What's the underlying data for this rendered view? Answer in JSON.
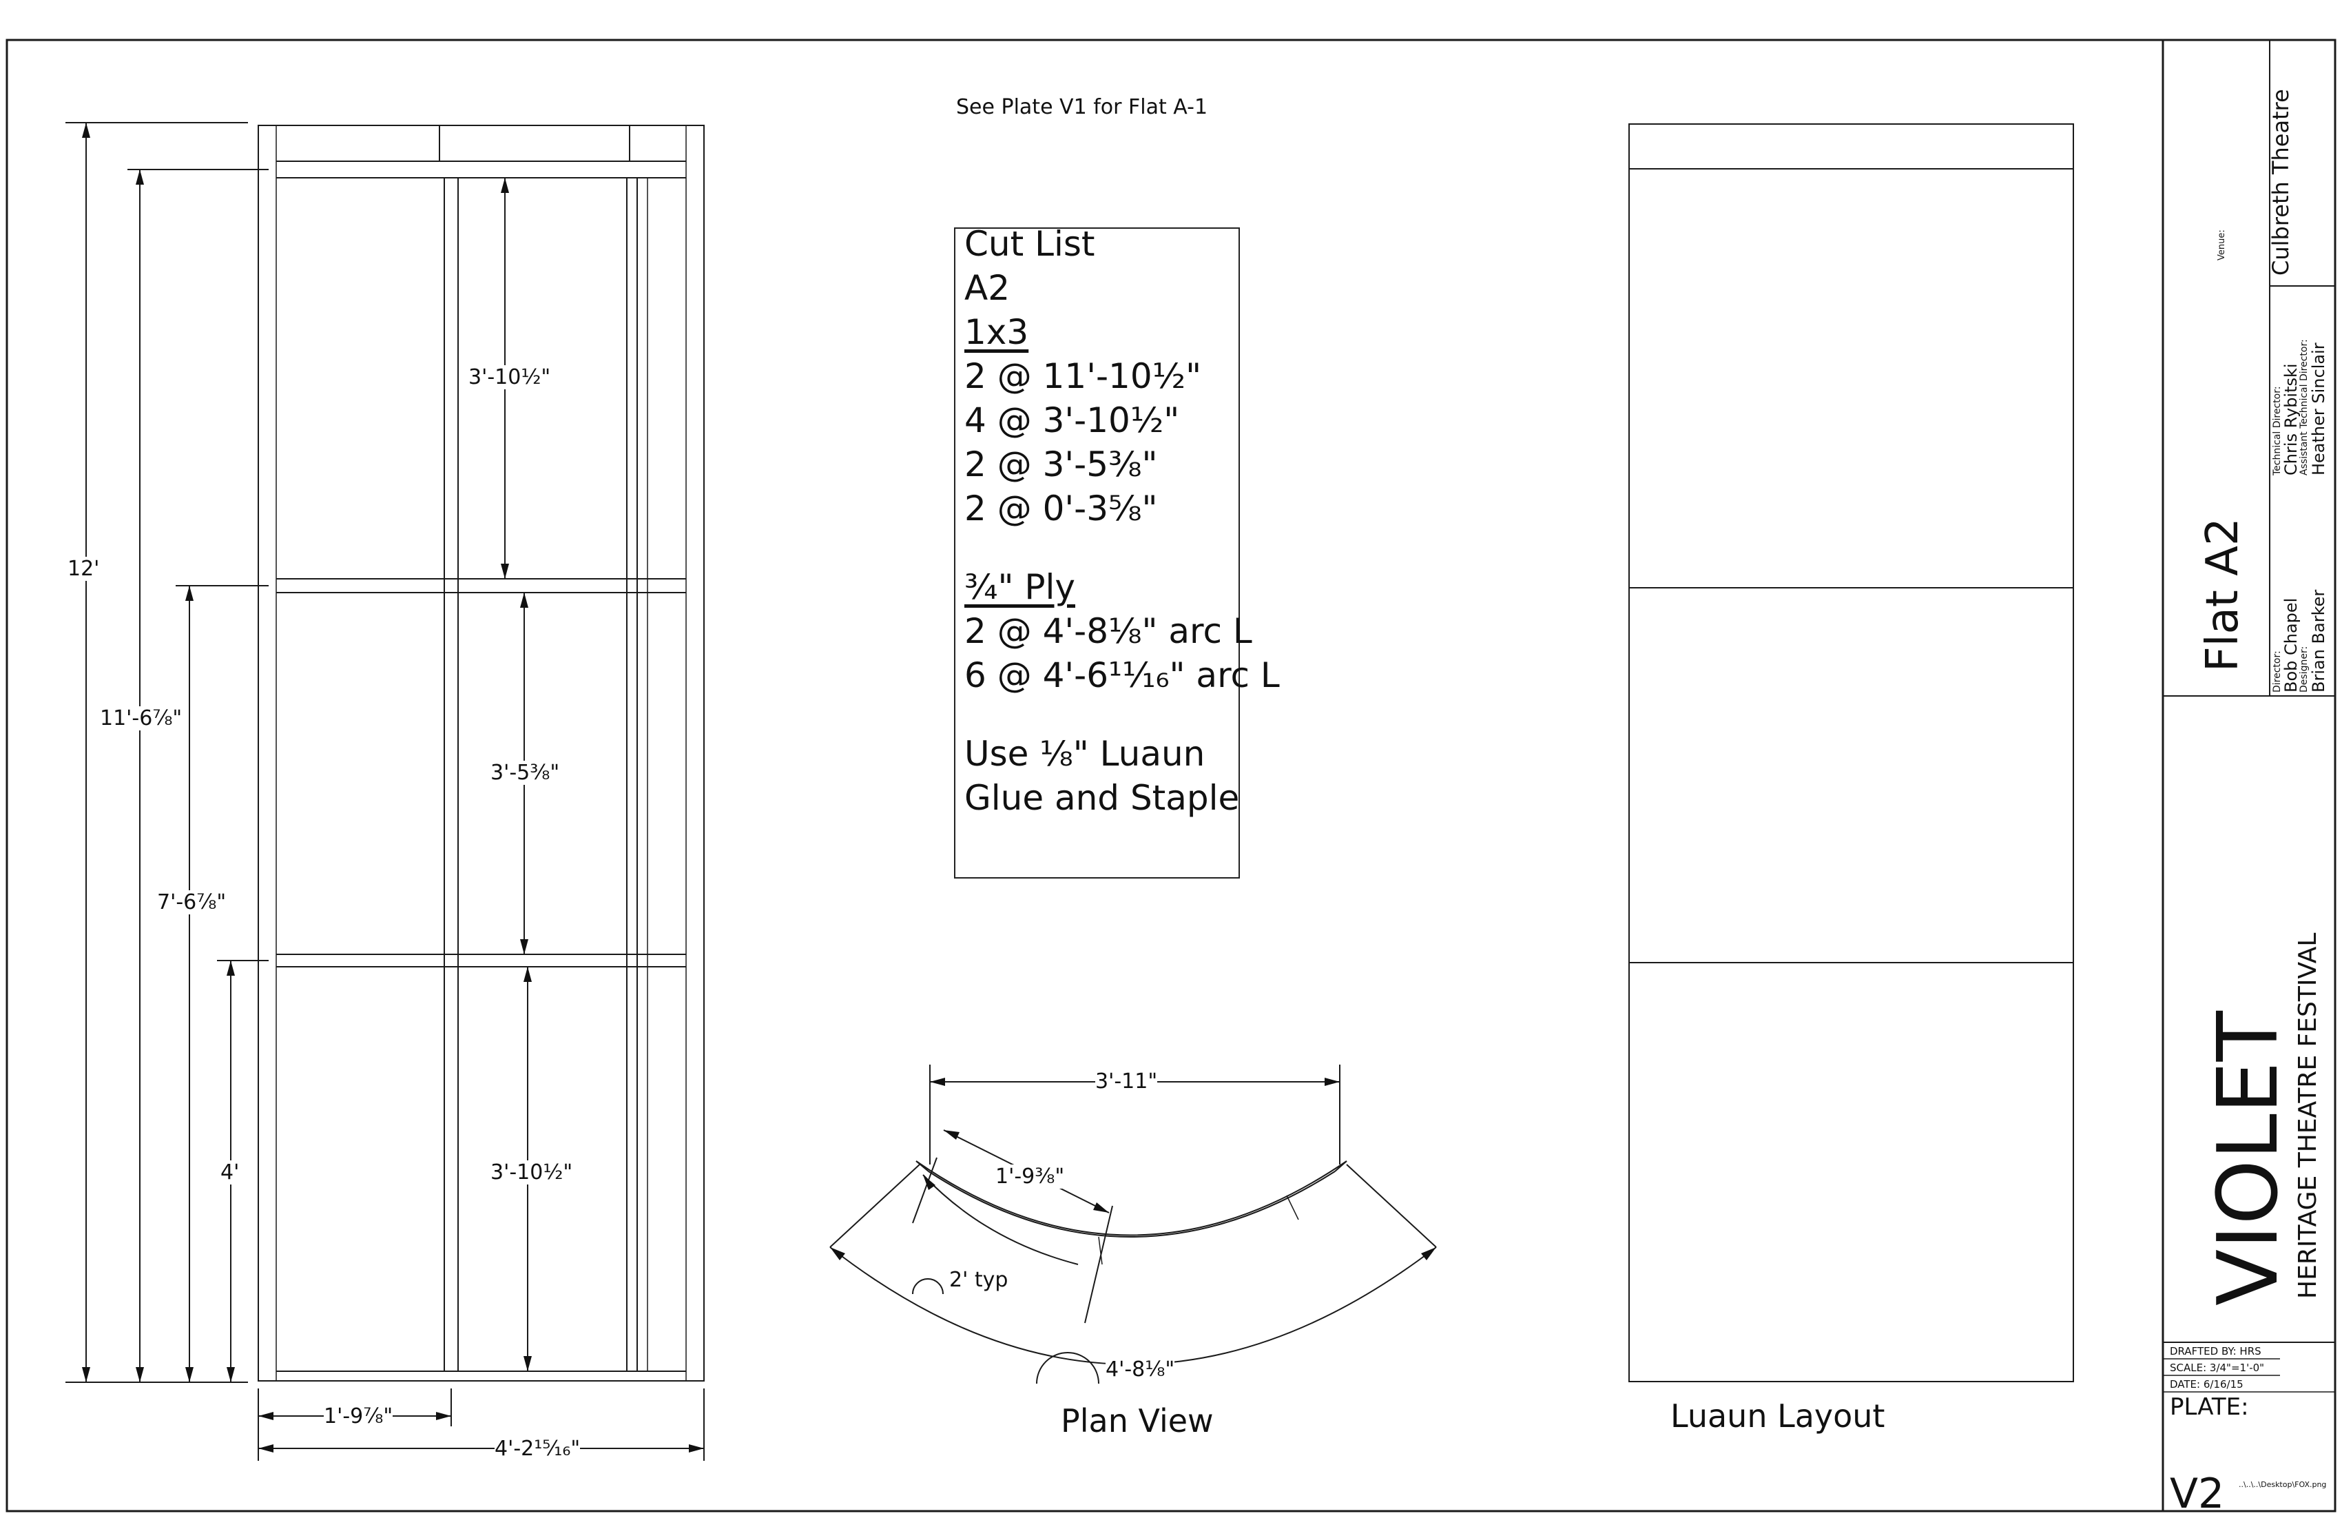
{
  "note": "See Plate V1 for Flat A-1",
  "cut_list": {
    "title": "Cut List",
    "flat": "A2",
    "stock1": "1x3",
    "stock1_items": [
      "2 @ 11'-10½\"",
      "4 @ 3'-10½\"",
      "2 @ 3'-5⅜\"",
      "2 @ 0'-3⅝\""
    ],
    "stock2": "¾\" Ply",
    "stock2_items": [
      "2 @ 4'-8⅛\" arc L",
      "6 @ 4'-6¹¹⁄₁₆\" arc L"
    ],
    "skin_note": "Use ⅛\" Luaun",
    "fastening": "Glue and Staple"
  },
  "elevation_dims": {
    "overall_height": "12'",
    "stile_length": "11'-6⅞\"",
    "second_toggle": "7'-6⅞\"",
    "first_toggle": "4'",
    "upper_bay": "3'-10½\"",
    "middle_bay": "3'-5⅜\"",
    "lower_bay": "3'-10½\"",
    "toggle_offset": "1'-9⅞\"",
    "overall_width": "4'-2¹⁵⁄₁₆\""
  },
  "plan_view": {
    "label": "Plan View",
    "chord": "3'-11\"",
    "segment": "1'-9⅜\"",
    "radius": "2' typ",
    "arc_length": "4'-8⅛\""
  },
  "luaun": {
    "label": "Luaun Layout"
  },
  "title_block": {
    "venue_label": "Venue:",
    "venue": "Culbreth Theatre",
    "td_label": "Technical Director:",
    "td": "Chris Rybitski",
    "atd_label": "Assistant Technical Director:",
    "atd": "Heather Sinclair",
    "director_label": "Director:",
    "director": "Bob Chapel",
    "designer_label": "Designer:",
    "designer": "Brian Barker",
    "sheet_title": "Flat A2",
    "show": "VIOLET",
    "festival": "HERITAGE THEATRE FESTIVAL",
    "drafted_by": "DRAFTED BY: HRS",
    "scale": "SCALE: 3/4\"=1'-0\"",
    "date": "DATE: 6/16/15",
    "plate_label": "PLATE:",
    "plate": "V2",
    "file_path": "..\\..\\..\\Desktop\\FOX.png"
  }
}
